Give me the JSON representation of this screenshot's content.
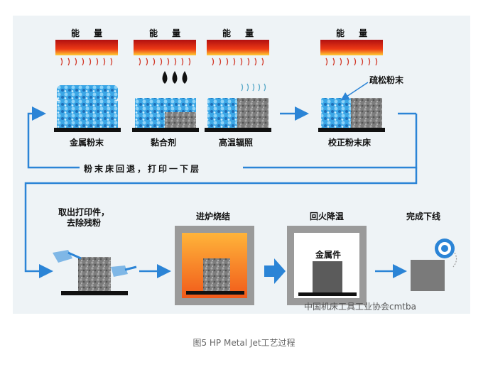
{
  "energy_label": "能 量",
  "steps_top": {
    "metal_powder": "金属粉末",
    "binder": "黏合剂",
    "heat_radiation": "高温辐照",
    "loose_powder": "疏松粉末",
    "calibrate_bed": "校正粉末床"
  },
  "loop_text": "粉末床回退，打印一下层",
  "steps_bottom": {
    "remove_part": "取出打印件，\n去除残粉",
    "sinter": "进炉烧结",
    "anneal": "回火降温",
    "metal_part": "金属件",
    "finish": "完成下线"
  },
  "watermark": "中国机床工具工业协会cmtba",
  "caption": "图5  HP Metal Jet工艺过程",
  "colors": {
    "frame": "#2b84d6",
    "background_panel": "#e8eef2",
    "powder": "#3aa6e6",
    "part": "#7a7a7a",
    "furnace": "#f08a1a"
  }
}
